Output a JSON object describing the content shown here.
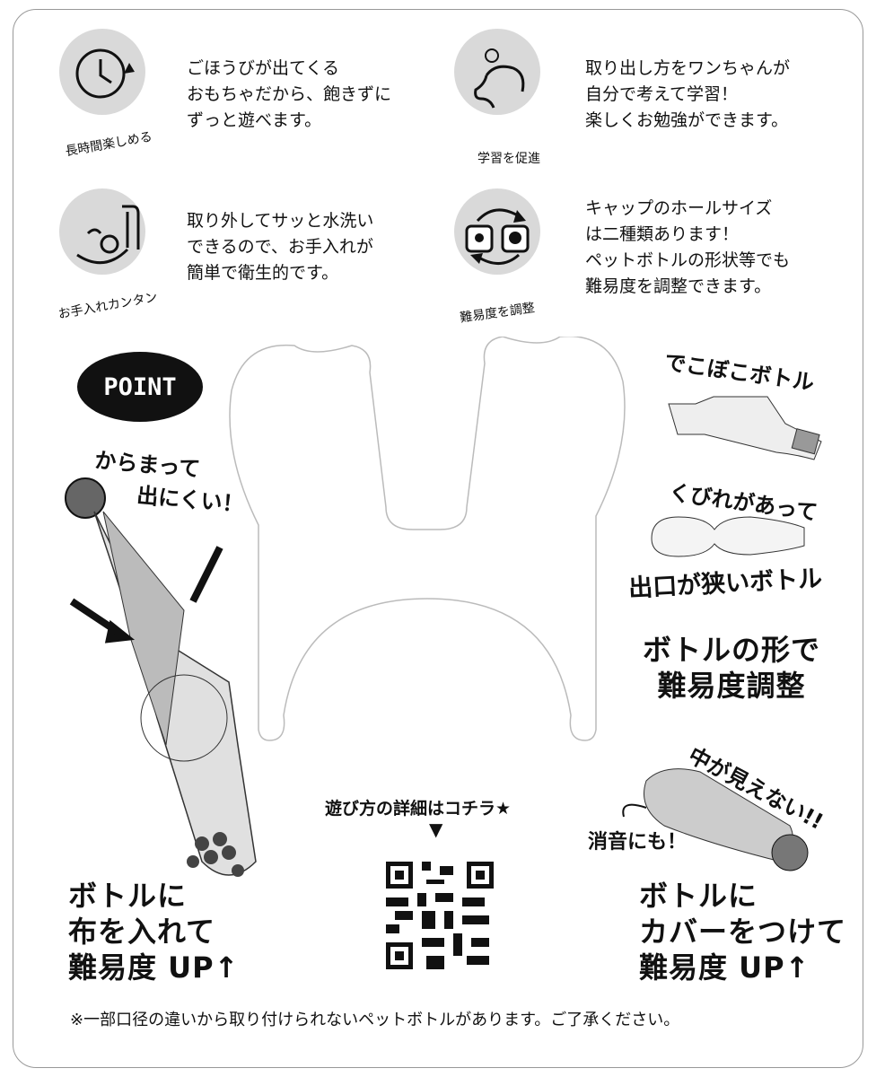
{
  "features": [
    {
      "label": "長時間楽しめる",
      "icon": "clock-icon",
      "lines": [
        "ごほうびが出てくる",
        "おもちゃだから、飽きずに",
        "ずっと遊べます。"
      ]
    },
    {
      "label": "学習を促進",
      "icon": "dog-idea-icon",
      "lines": [
        "取り出し方をワンちゃんが",
        "自分で考えて学習！",
        "楽しくお勉強ができます。"
      ]
    },
    {
      "label": "お手入れカンタン",
      "icon": "faucet-wash-icon",
      "lines": [
        "取り外してサッと水洗い",
        "できるので、お手入れが",
        "簡単で衛生的です。"
      ]
    },
    {
      "label": "難易度を調整",
      "icon": "swap-caps-icon",
      "lines": [
        "キャップのホールサイズ",
        "は二種類あります！",
        "ペットボトルの形状等でも",
        "難易度を調整できます。"
      ]
    }
  ],
  "point": {
    "badge": "POINT",
    "callout": [
      "からまって",
      "出にくい！"
    ],
    "caption": [
      "ボトルに",
      "布を入れて",
      "難易度 UP↑"
    ]
  },
  "right": {
    "bumpy": "でこぼこボトル",
    "narrow": [
      "くびれがあって",
      "出口が狭いボトル"
    ],
    "shape_title": [
      "ボトルの形で",
      "難易度調整"
    ],
    "cover_callout": "中が見えない!!",
    "quiet": "消音にも！",
    "cover_caption": [
      "ボトルに",
      "カバーをつけて",
      "難易度 UP↑"
    ]
  },
  "qr": {
    "heading": "遊び方の詳細はコチラ★",
    "arrow": "▼"
  },
  "footer_note": "※一部口径の違いから取り付けられないペットボトルがあります。ご了承ください。"
}
